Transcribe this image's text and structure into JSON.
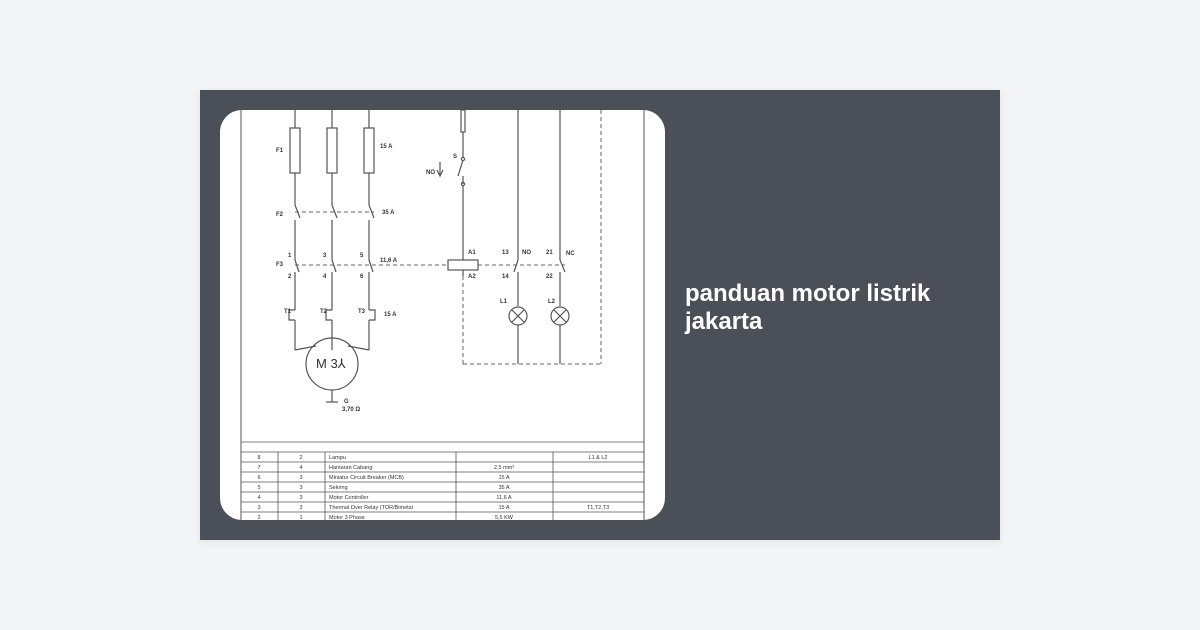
{
  "post": {
    "title": "panduan motor listrik jakarta"
  },
  "diagram": {
    "labels": {
      "f1": "F1",
      "f2": "F2",
      "f3": "F3",
      "fuse_rating": "15 A",
      "mcb_rating": "35 A",
      "ovl_rating": "11,6 A",
      "n1": "1",
      "n3": "3",
      "n5": "5",
      "n2": "2",
      "n4": "4",
      "n6": "6",
      "t1": "T1",
      "t2": "T2",
      "t3": "T3",
      "t_rating": "15 A",
      "motor": "M 3⅄",
      "ground": "G",
      "ground_val": "3,70 Ω",
      "s": "S",
      "no_btn": "NO",
      "a1": "A1",
      "a2": "A2",
      "c13": "13",
      "c14": "14",
      "c_no": "NO",
      "c21": "21",
      "c22": "22",
      "c_nc": "NC",
      "l1": "L1",
      "l2": "L2"
    },
    "table": [
      [
        "8",
        "2",
        "Lampu",
        "",
        "L1 & L2"
      ],
      [
        "7",
        "4",
        "Hantaran Cabang",
        "2,5 mm²",
        ""
      ],
      [
        "6",
        "3",
        "Miniatur Circuit Breaker (MCB)",
        "15 A",
        ""
      ],
      [
        "5",
        "3",
        "Sekring",
        "35 A",
        ""
      ],
      [
        "4",
        "3",
        "Motor Controller",
        "11,6 A",
        ""
      ],
      [
        "3",
        "3",
        "Thermal Over Relay (TOR/Bimetal",
        "15 A",
        "T1,T2,T3"
      ],
      [
        "2",
        "1",
        "Motor 3 Phase",
        "5,5 KW",
        ""
      ]
    ]
  }
}
